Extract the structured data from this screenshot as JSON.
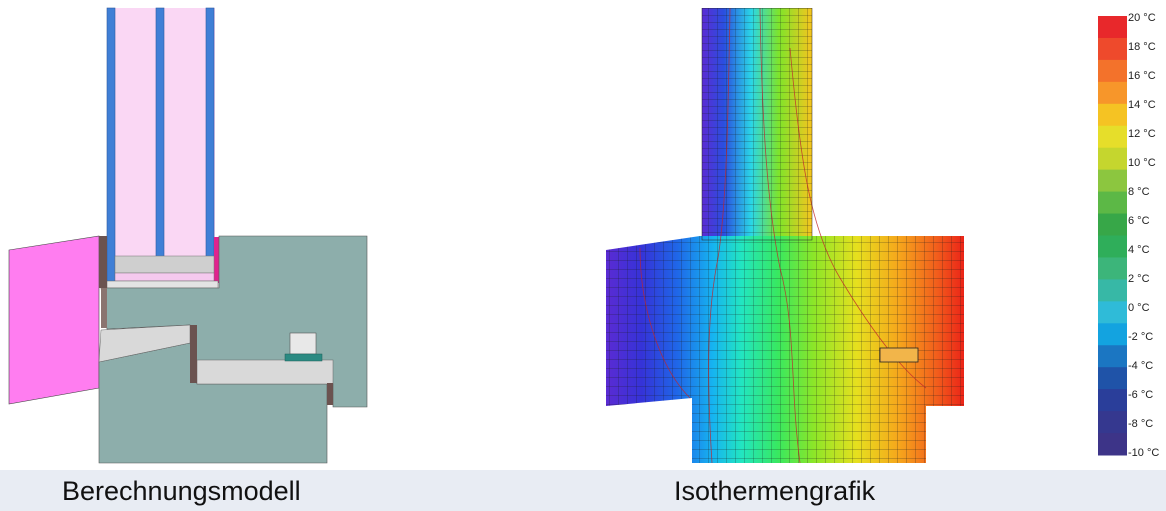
{
  "captions": {
    "model": "Berechnungsmodell",
    "isotherm": "Isothermengrafik"
  },
  "temperature_scale": {
    "unit": "°C",
    "labels": [
      "20 °C",
      "18 °C",
      "16 °C",
      "14 °C",
      "12 °C",
      "10 °C",
      "8 °C",
      "6 °C",
      "4 °C",
      "2 °C",
      "0 °C",
      "-2 °C",
      "-4 °C",
      "-6 °C",
      "-8 °C",
      "-10 °C"
    ],
    "colors": [
      "#e8282b",
      "#ee4a2c",
      "#f3722b",
      "#f7962a",
      "#f5c323",
      "#e6de2a",
      "#c5d62e",
      "#8cc63f",
      "#5cb846",
      "#37a748",
      "#2fae5a",
      "#3cb57a",
      "#37b8a6",
      "#2fbbd8",
      "#13a3e0",
      "#1b76c2",
      "#1f53a8",
      "#2a3e9a",
      "#35388f",
      "#3d3488"
    ]
  },
  "model_colors": {
    "glass": "#fad7f4",
    "pane_bar": "#3f7fd6",
    "insulation": "#ff7df0",
    "frame": "#8daeab",
    "seal": "#6b5350",
    "gray": "#d9d9d9",
    "hardware": "#2b8a82"
  }
}
